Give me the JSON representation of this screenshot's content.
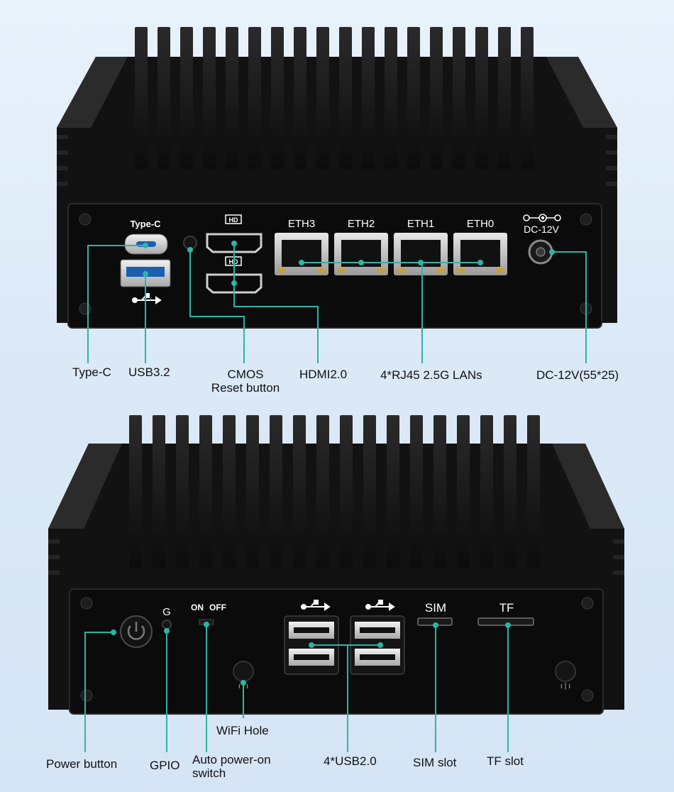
{
  "top_unit": {
    "port_labels": {
      "type_c": "Type-C",
      "eth3": "ETH3",
      "eth2": "ETH2",
      "eth1": "ETH1",
      "eth0": "ETH0",
      "dc": "DC-12V",
      "hdmi_mark": "HD"
    },
    "callouts": {
      "type_c": "Type-C",
      "usb32": "USB3.2",
      "cmos_line1": "CMOS",
      "cmos_line2": "Reset button",
      "hdmi": "HDMI2.0",
      "lans": "4*RJ45 2.5G LANs",
      "dc": "DC-12V(55*25)"
    }
  },
  "bottom_unit": {
    "port_labels": {
      "gpio": "G",
      "on": "ON",
      "off": "OFF",
      "sim": "SIM",
      "tf": "TF"
    },
    "callouts": {
      "power": "Power button",
      "gpio": "GPIO",
      "auto_line1": "Auto power-on",
      "auto_line2": "switch",
      "wifi": "WiFi Hole",
      "usb20": "4*USB2.0",
      "sim": "SIM slot",
      "tf": "TF slot"
    }
  },
  "colors": {
    "background": "#dbe9f7",
    "chassis": "#141414",
    "callout_line": "#2bb5a8",
    "text": "#111111"
  }
}
